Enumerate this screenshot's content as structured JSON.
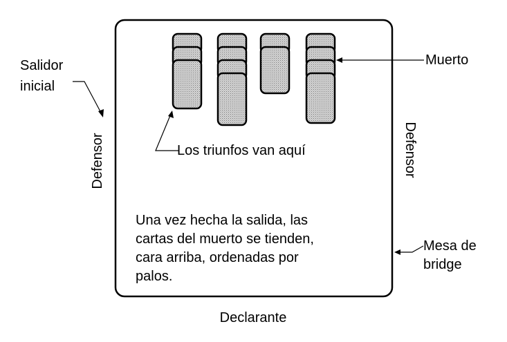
{
  "labels": {
    "opening_leader": [
      "Salidor",
      "inicial"
    ],
    "defender_left": "Defensor",
    "defender_right": "Defensor",
    "dummy": "Muerto",
    "trumps": "Los triunfos van aquí",
    "table": [
      "Mesa de",
      "bridge"
    ],
    "declarer": "Declarante",
    "note": [
      "Una vez hecha la salida, las",
      "cartas del muerto se tienden,",
      "cara arriba, ordenadas por",
      "palos."
    ]
  },
  "dummy_columns": [
    {
      "cards": 3
    },
    {
      "cards": 4
    },
    {
      "cards": 2
    },
    {
      "cards": 4
    }
  ],
  "colors": {
    "ink": "#000000",
    "card_fill": "#c8c8c8",
    "background": "#ffffff"
  }
}
